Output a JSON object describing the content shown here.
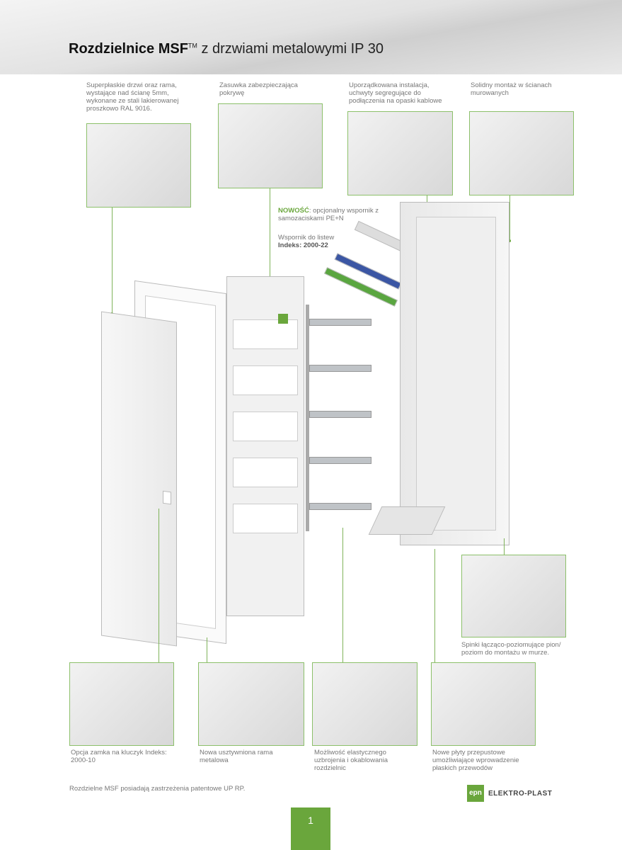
{
  "header": {
    "title_bold": "Rozdzielnice MSF",
    "title_tm": "TM",
    "title_rest": " z drzwiami metalowymi IP 30"
  },
  "top_captions": [
    "Superpłaskie drzwi oraz rama, wystające nad ścianę 5mm,  wykonane ze stali lakierowanej proszkowo RAL 9016.",
    "Zasuwka zabezpieczająca pokrywę",
    "Uporządkowana instalacja, uchwyty segregujące do podłączenia na opaski kablowe",
    "Solidny montaż w ścianach murowanych"
  ],
  "callouts": {
    "new_label": "NOWOŚĆ",
    "new_text": ": opcjonalny wspornik z samozaciskami PE+N",
    "bracket_text": "Wspornik do listew",
    "bracket_index": "Indeks: 2000-22"
  },
  "right_caption": "Spinki łącząco-poziomujące pion/ poziom do montażu w murze.",
  "bottom_captions": [
    "Opcja zamka na kluczyk Indeks: 2000-10",
    "Nowa usztywniona rama metalowa",
    "Możliwość elastycznego uzbrojenia i okablowania rozdzielnic",
    "Nowe płyty przepustowe umożliwiające wprowadzenie płaskich przewodów"
  ],
  "footer": {
    "note": "Rozdzielne MSF posiadają zastrzeżenia patentowe UP RP.",
    "logo_mark": "epn",
    "logo_name": "ELEKTRO-PLAST",
    "page": "1"
  },
  "colors": {
    "accent": "#6aa63c"
  }
}
